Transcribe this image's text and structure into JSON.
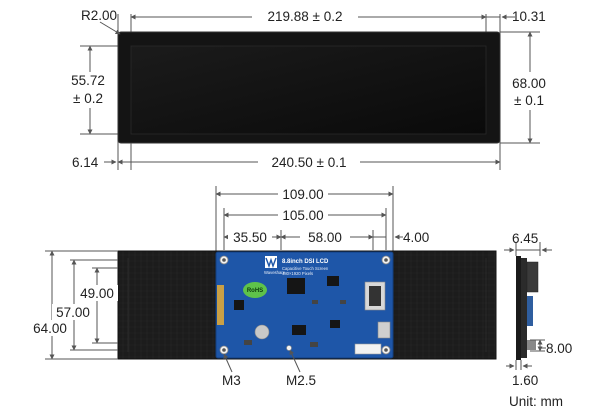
{
  "figure": {
    "top_view": {
      "corner_radius": "R2.00",
      "active_width": "219.88 ± 0.2",
      "right_border": "10.31",
      "active_height_line1": "55.72",
      "active_height_line2": "± 0.2",
      "outer_height_line1": "68.00",
      "outer_height_line2": "± 0.1",
      "left_border": "6.14",
      "outer_width": "240.50 ± 0.1"
    },
    "back_view": {
      "board_width": "109.00",
      "hole_spacing": "105.00",
      "offset_left": "35.50",
      "offset_middle": "58.00",
      "offset_right": "4.00",
      "height_inner": "49.00",
      "height_mid": "57.00",
      "height_outer": "64.00",
      "screw_m3": "M3",
      "screw_m25": "M2.5",
      "board_title": "8.8inch DSI LCD",
      "board_subtitle": "Capacitive Touch Screen",
      "board_resolution": "480×1920 Pixels",
      "brand": "Waveshare",
      "rohs": "RoHS"
    },
    "side_view": {
      "thickness": "6.45",
      "connector": "8.00",
      "glass": "1.60"
    },
    "unit": "Unit: mm"
  }
}
